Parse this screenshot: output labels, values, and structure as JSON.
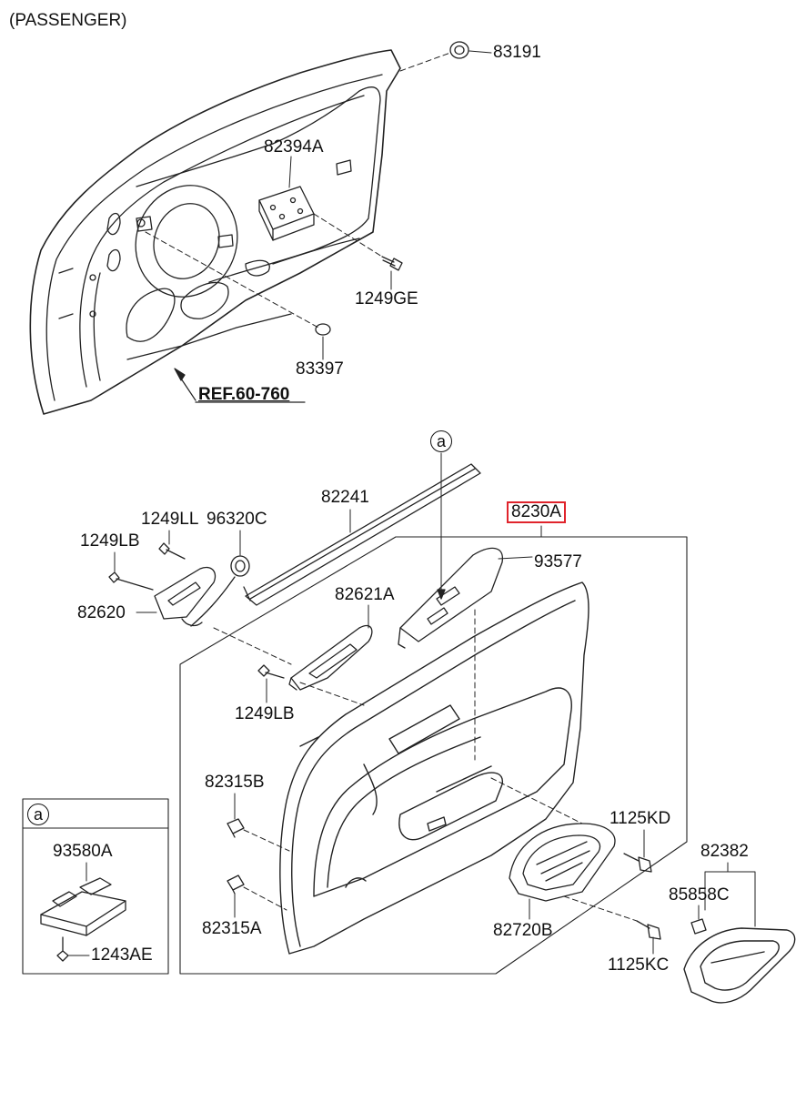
{
  "header": {
    "variant": "(PASSENGER)"
  },
  "reference": {
    "label": "REF.60-760"
  },
  "callout_marker": "a",
  "inset": {
    "marker": "a"
  },
  "colors": {
    "line": "#222222",
    "highlight_box": "#e0242c",
    "background": "#ffffff"
  },
  "labels": {
    "p83191": "83191",
    "p82394A": "82394A",
    "p1249GE": "1249GE",
    "p83397": "83397",
    "p82241": "82241",
    "p8230A": "8230A",
    "p93577": "93577",
    "p1249LL": "1249LL",
    "p96320C": "96320C",
    "p1249LB_top": "1249LB",
    "p82620": "82620",
    "p82621A": "82621A",
    "p1249LB_mid": "1249LB",
    "p82315B": "82315B",
    "p1125KD": "1125KD",
    "p82382": "82382",
    "p85858C": "85858C",
    "p82315A": "82315A",
    "p82720B": "82720B",
    "p1125KC": "1125KC",
    "p93580A": "93580A",
    "p1243AE": "1243AE"
  }
}
